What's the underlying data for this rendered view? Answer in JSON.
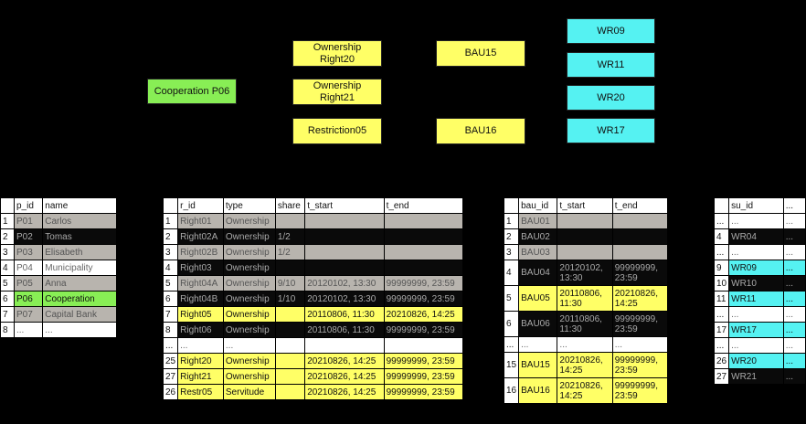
{
  "nodes": {
    "cooperation": "Cooperation P06",
    "ownership20": "Ownership\nRight20",
    "ownership21": "Ownership\nRight21",
    "restriction05": "Restriction05",
    "bau15": "BAU15",
    "bau16": "BAU16",
    "wr09": "WR09",
    "wr11": "WR11",
    "wr20": "WR20",
    "wr17": "WR17"
  },
  "persons": {
    "headers": [
      "",
      "p_id",
      "name"
    ],
    "rows": [
      {
        "c": [
          "1",
          "P01",
          "Carlos"
        ],
        "style": "grey"
      },
      {
        "c": [
          "2",
          "P02",
          "Tomas"
        ],
        "style": "black"
      },
      {
        "c": [
          "3",
          "P03",
          "Elisabeth"
        ],
        "style": "grey"
      },
      {
        "c": [
          "4",
          "P04",
          "Municipality"
        ],
        "style": "white"
      },
      {
        "c": [
          "5",
          "P05",
          "Anna"
        ],
        "style": "grey"
      },
      {
        "c": [
          "6",
          "P06",
          "Cooperation"
        ],
        "style": "green"
      },
      {
        "c": [
          "7",
          "P07",
          "Capital Bank"
        ],
        "style": "grey"
      },
      {
        "c": [
          "8",
          "...",
          "..."
        ],
        "style": "dots"
      }
    ]
  },
  "rights": {
    "headers": [
      "",
      "r_id",
      "type",
      "share",
      "t_start",
      "t_end"
    ],
    "rows": [
      {
        "c": [
          "1",
          "Right01",
          "Ownership",
          "",
          "",
          ""
        ],
        "style": "grey"
      },
      {
        "c": [
          "2",
          "Right02A",
          "Ownership",
          "1/2",
          "",
          ""
        ],
        "style": "black"
      },
      {
        "c": [
          "3",
          "Right02B",
          "Ownership",
          "1/2",
          "",
          ""
        ],
        "style": "grey"
      },
      {
        "c": [
          "4",
          "Right03",
          "Ownership",
          "",
          "",
          ""
        ],
        "style": "black"
      },
      {
        "c": [
          "5",
          "Right04A",
          "Ownership",
          "9/10",
          "20120102, 13:30",
          "99999999, 23:59"
        ],
        "style": "grey"
      },
      {
        "c": [
          "6",
          "Right04B",
          "Ownership",
          "1/10",
          "20120102, 13:30",
          "99999999, 23:59"
        ],
        "style": "black"
      },
      {
        "c": [
          "7",
          "Right05",
          "Ownership",
          "",
          "20110806, 11:30",
          "20210826, 14:25"
        ],
        "style": "yellow"
      },
      {
        "c": [
          "8",
          "Right06",
          "Ownership",
          "",
          "20110806, 11:30",
          "99999999, 23:59"
        ],
        "style": "black"
      },
      {
        "c": [
          "...",
          "...",
          "...",
          "",
          "",
          ""
        ],
        "style": "dots"
      },
      {
        "c": [
          "25",
          "Right20",
          "Ownership",
          "",
          "20210826, 14:25",
          "99999999, 23:59"
        ],
        "style": "yellow"
      },
      {
        "c": [
          "27",
          "Right21",
          "Ownership",
          "",
          "20210826, 14:25",
          "99999999, 23:59"
        ],
        "style": "yellow"
      },
      {
        "c": [
          "26",
          "Restr05",
          "Servitude",
          "",
          "20210826, 14:25",
          "99999999, 23:59"
        ],
        "style": "yellow"
      }
    ]
  },
  "baus": {
    "headers": [
      "",
      "bau_id",
      "t_start",
      "t_end"
    ],
    "rows": [
      {
        "c": [
          "1",
          "BAU01",
          "",
          ""
        ],
        "style": "grey",
        "tall": false
      },
      {
        "c": [
          "2",
          "BAU02",
          "",
          ""
        ],
        "style": "black",
        "tall": false
      },
      {
        "c": [
          "3",
          "BAU03",
          "",
          ""
        ],
        "style": "grey",
        "tall": false
      },
      {
        "c": [
          "4",
          "BAU04",
          "20120102,\n13:30",
          "99999999,\n23:59"
        ],
        "style": "black",
        "tall": true
      },
      {
        "c": [
          "5",
          "BAU05",
          "20110806,\n11:30",
          "20210826,\n14:25"
        ],
        "style": "yellow",
        "tall": true
      },
      {
        "c": [
          "6",
          "BAU06",
          "20110806,\n11:30",
          "99999999,\n23:59"
        ],
        "style": "black",
        "tall": true
      },
      {
        "c": [
          "...",
          "...",
          "...",
          "..."
        ],
        "style": "dots",
        "tall": false
      },
      {
        "c": [
          "15",
          "BAU15",
          "20210826,\n14:25",
          "99999999,\n23:59"
        ],
        "style": "yellow",
        "tall": true
      },
      {
        "c": [
          "16",
          "BAU16",
          "20210826,\n14:25",
          "99999999,\n23:59"
        ],
        "style": "yellow",
        "tall": true
      }
    ]
  },
  "units": {
    "headers": [
      "",
      "su_id",
      "..."
    ],
    "rows": [
      {
        "c": [
          "...",
          "...",
          "..."
        ],
        "style": "dots"
      },
      {
        "c": [
          "4",
          "WR04",
          "..."
        ],
        "style": "black"
      },
      {
        "c": [
          "...",
          "...",
          "..."
        ],
        "style": "dots"
      },
      {
        "c": [
          "9",
          "WR09",
          "..."
        ],
        "style": "cyan"
      },
      {
        "c": [
          "10",
          "WR10",
          "..."
        ],
        "style": "black"
      },
      {
        "c": [
          "11",
          "WR11",
          "..."
        ],
        "style": "cyan"
      },
      {
        "c": [
          "...",
          "...",
          "..."
        ],
        "style": "dots"
      },
      {
        "c": [
          "17",
          "WR17",
          "..."
        ],
        "style": "cyan"
      },
      {
        "c": [
          "...",
          "...",
          "..."
        ],
        "style": "dots"
      },
      {
        "c": [
          "26",
          "WR20",
          "..."
        ],
        "style": "cyan"
      },
      {
        "c": [
          "27",
          "WR21",
          "..."
        ],
        "style": "black"
      }
    ]
  }
}
